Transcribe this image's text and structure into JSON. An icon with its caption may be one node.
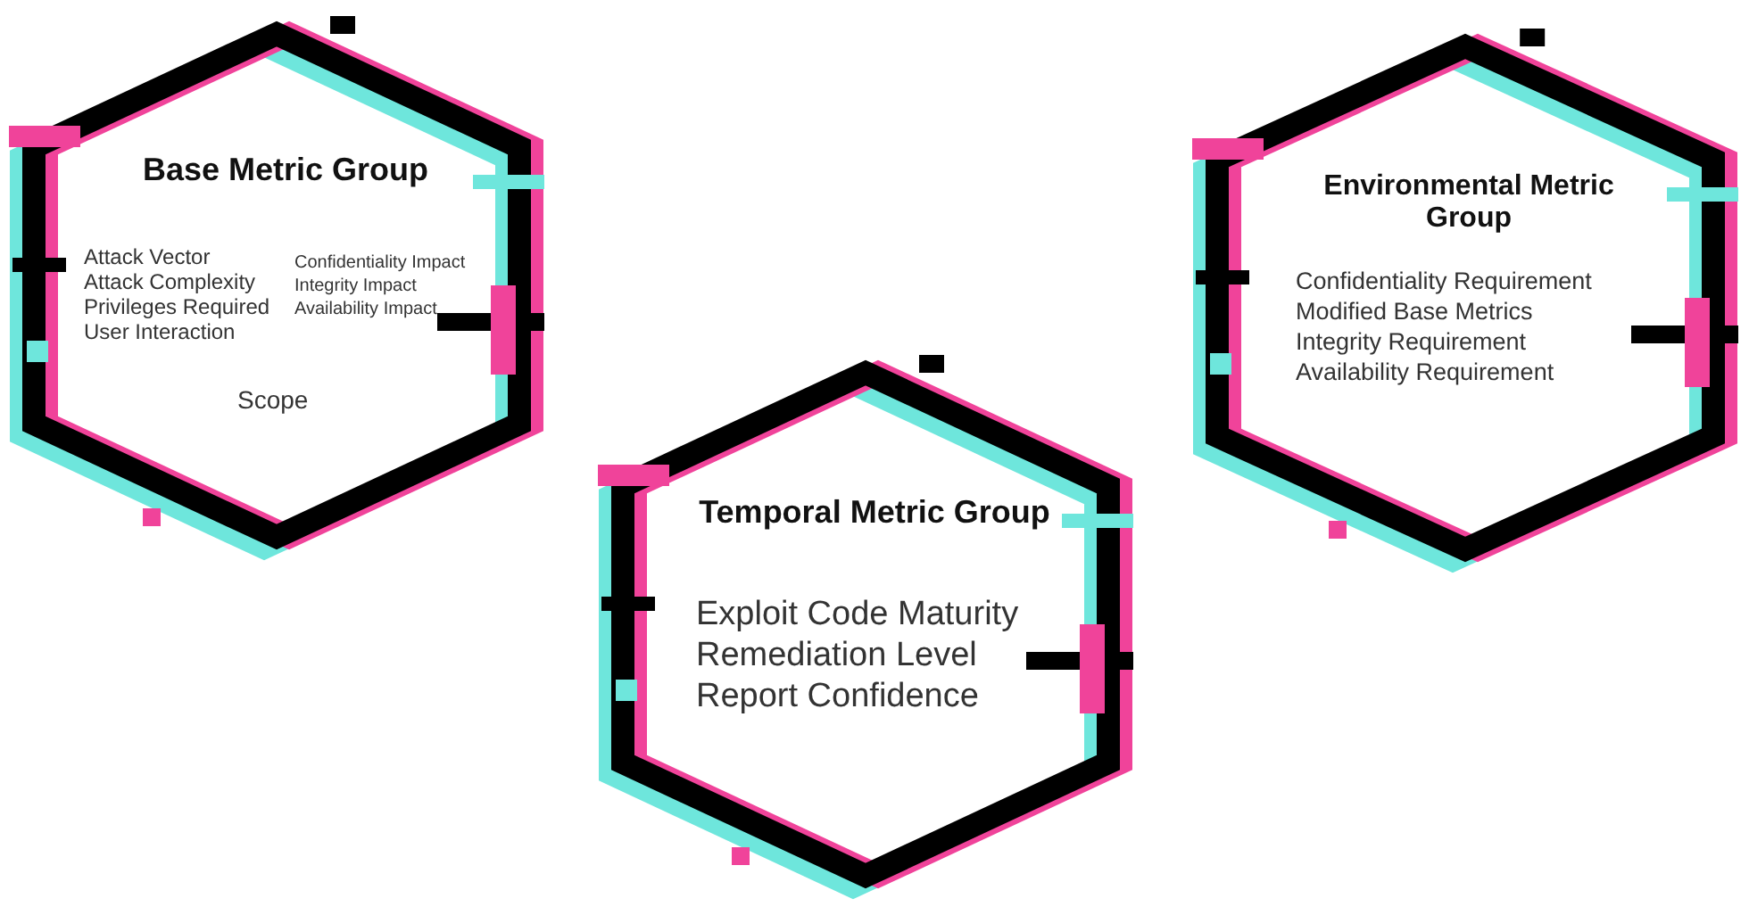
{
  "diagram": {
    "nodes": [
      {
        "text": [
          "Base Metric Group",
          "Attack Vector",
          "Attack Complexity",
          "Privileges Required",
          "User Interaction",
          "Confidentiality Impact",
          "Integrity Impact",
          "Availability Impact",
          "Scope"
        ]
      },
      {
        "text": [
          "Temporal Metric Group",
          "Exploit Code Maturity",
          "Remediation Level",
          "Report Confidence"
        ]
      },
      {
        "text": [
          "Environmental Metric Group",
          "Confidentiality Requirement",
          "Modified Base Metrics",
          "Integrity Requirement",
          "Availability Requirement"
        ]
      }
    ]
  }
}
